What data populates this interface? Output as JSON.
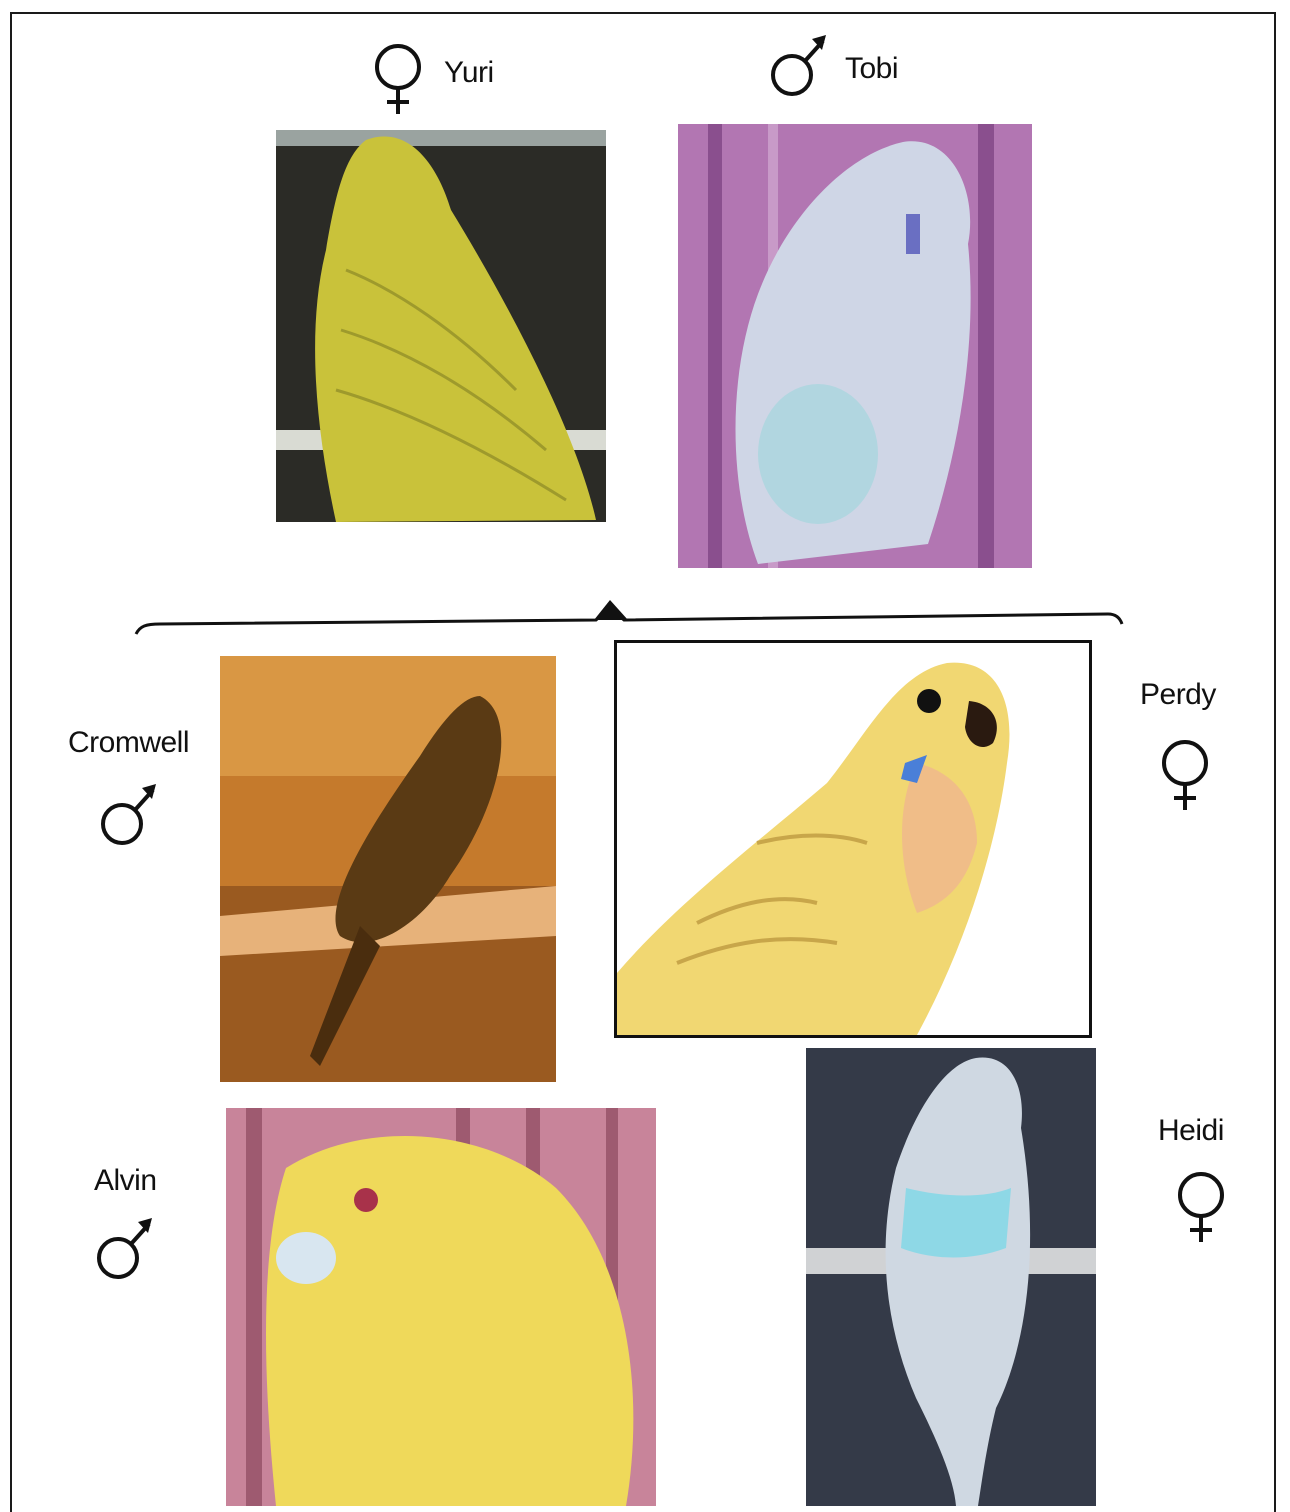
{
  "parents": {
    "female": {
      "name": "Yuri",
      "sex": "female",
      "symbol_icon": "female-symbol-icon",
      "colors": {
        "bird": "#c9c23a",
        "background": "#2b2b26"
      }
    },
    "male": {
      "name": "Tobi",
      "sex": "male",
      "symbol_icon": "male-symbol-icon",
      "colors": {
        "bird": "#cfd6e6",
        "background": "#b276b2"
      }
    }
  },
  "offspring": [
    {
      "name": "Cromwell",
      "sex": "male",
      "symbol_icon": "male-symbol-icon",
      "colors": {
        "bird": "#5a3a14",
        "background": "#c57a2c"
      }
    },
    {
      "name": "Perdy",
      "sex": "female",
      "symbol_icon": "female-symbol-icon",
      "colors": {
        "bird": "#f1d772",
        "background": "#ffffff"
      }
    },
    {
      "name": "Alvin",
      "sex": "male",
      "symbol_icon": "male-symbol-icon",
      "colors": {
        "bird": "#efd95a",
        "background": "#c8849a"
      }
    },
    {
      "name": "Heidi",
      "sex": "female",
      "symbol_icon": "female-symbol-icon",
      "colors": {
        "bird": "#cfd8e2",
        "background": "#343a48"
      }
    }
  ],
  "colors": {
    "line": "#111111",
    "frame": "#1a1a1a"
  }
}
